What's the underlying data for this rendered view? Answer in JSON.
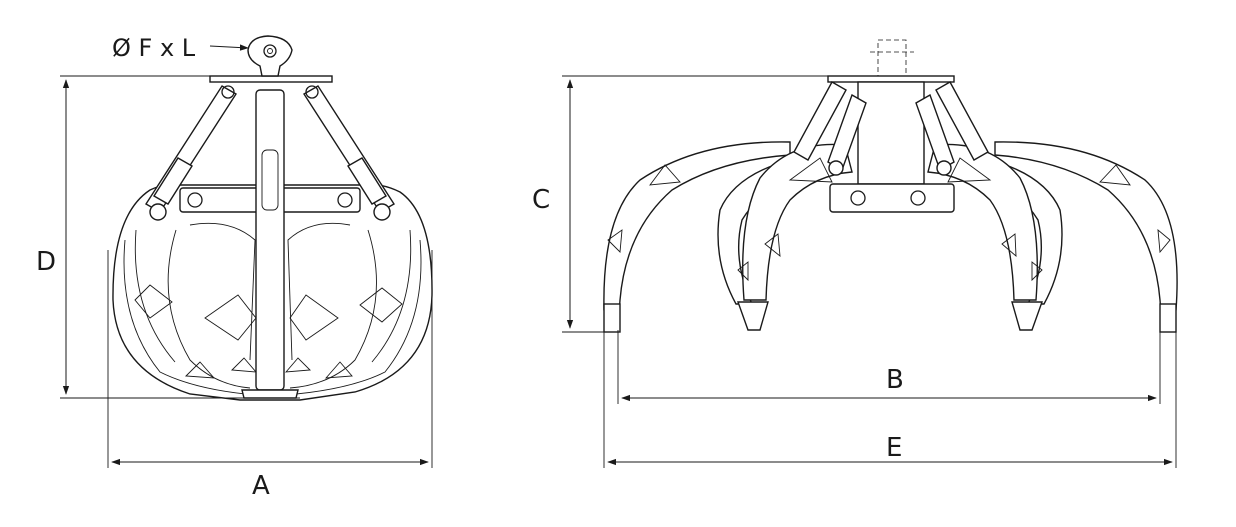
{
  "labels": {
    "pin": "Ø F x L",
    "A": "A",
    "B": "B",
    "C": "C",
    "D": "D",
    "E": "E"
  }
}
